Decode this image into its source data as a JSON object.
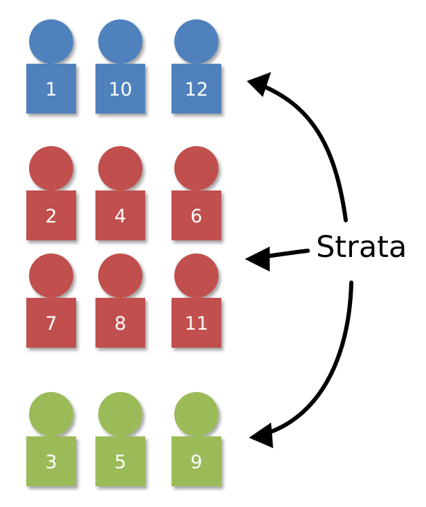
{
  "strata_label": "Strata",
  "colors": {
    "blue": "#4f81bd",
    "red": "#c0504d",
    "green": "#9bbb59",
    "arrow": "#000000",
    "text": "#ffffff"
  },
  "groups": [
    {
      "name": "blue",
      "color": "blue",
      "members": [
        "1",
        "10",
        "12"
      ]
    },
    {
      "name": "red",
      "color": "red",
      "members": [
        "2",
        "4",
        "6",
        "7",
        "8",
        "11"
      ]
    },
    {
      "name": "green",
      "color": "green",
      "members": [
        "3",
        "5",
        "9"
      ]
    }
  ]
}
